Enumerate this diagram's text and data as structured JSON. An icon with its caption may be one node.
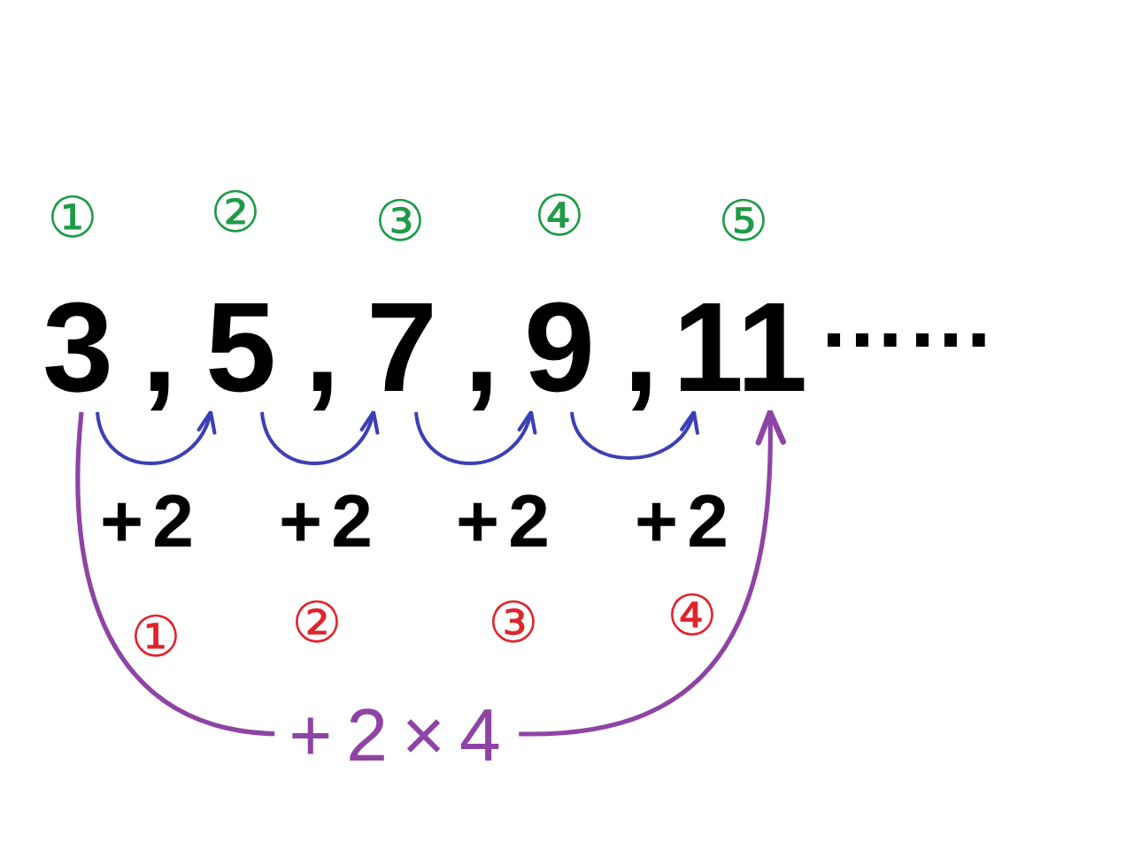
{
  "diagram": {
    "nodes": [
      {
        "text": [
          "3"
        ],
        "beside": [
          "①"
        ]
      },
      {
        "text": [
          "5"
        ],
        "beside": [
          "②"
        ]
      },
      {
        "text": [
          "7"
        ],
        "beside": [
          "③"
        ]
      },
      {
        "text": [
          "9"
        ],
        "beside": [
          "④"
        ]
      },
      {
        "text": [
          "11"
        ],
        "beside": [
          "⑤"
        ]
      }
    ],
    "edges": [
      {
        "from": 0,
        "to": 1,
        "arrow": "to",
        "label": "+2"
      },
      {
        "from": 1,
        "to": 2,
        "arrow": "to",
        "label": "+2"
      },
      {
        "from": 2,
        "to": 3,
        "arrow": "to",
        "label": "+2"
      },
      {
        "from": 3,
        "to": 4,
        "arrow": "to",
        "label": "+2"
      },
      {
        "from": 0,
        "to": 4,
        "arrow": "to",
        "label": "+2×4",
        "color": "#8e44a4"
      }
    ],
    "labels": [
      ",",
      ",",
      ",",
      ",",
      "……",
      "①",
      "②",
      "③",
      "④"
    ]
  }
}
